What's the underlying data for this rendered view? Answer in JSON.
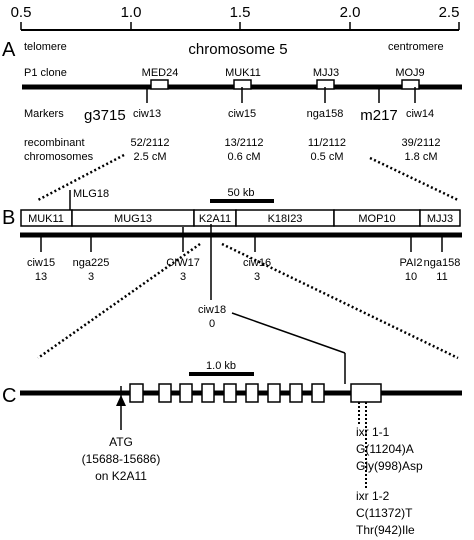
{
  "scale": {
    "ticks": [
      "0.5",
      "1.0",
      "1.5",
      "2.0",
      "2.5"
    ]
  },
  "panel_a": {
    "letter": "A",
    "telomere": "telomere",
    "chromosome": "chromosome 5",
    "centromere": "centromere",
    "p1_clone_label": "P1 clone",
    "clones": [
      "MED24",
      "MUK11",
      "MJJ3",
      "MOJ9"
    ],
    "markers_label": "Markers",
    "markers": [
      "g3715",
      "ciw13",
      "ciw15",
      "nga158",
      "m217",
      "ciw14"
    ],
    "recombinant_label_1": "recombinant",
    "recombinant_label_2": "chromosomes",
    "ratios": [
      "52/2112",
      "13/2112",
      "11/2112",
      "39/2112"
    ],
    "cm": [
      "2.5 cM",
      "0.6 cM",
      "0.5 cM",
      "1.8 cM"
    ]
  },
  "panel_b": {
    "letter": "B",
    "scale_bar": "50 kb",
    "mlg": "MLG18",
    "bacs": [
      "MUK11",
      "MUG13",
      "K2A11",
      "K18I23",
      "MOP10",
      "MJJ3"
    ],
    "markers": [
      {
        "name": "ciw15",
        "count": "13"
      },
      {
        "name": "nga225",
        "count": "3"
      },
      {
        "name": "CIW17",
        "count": "3"
      },
      {
        "name": "ciw16",
        "count": "3"
      },
      {
        "name": "PAI2",
        "count": "10"
      },
      {
        "name": "nga158",
        "count": "11"
      }
    ],
    "ciw18_name": "ciw18",
    "ciw18_count": "0"
  },
  "panel_c": {
    "letter": "C",
    "scale_bar": "1.0 kb",
    "atg": [
      "ATG",
      "(15688-15686)",
      "on K2A11"
    ],
    "ixr1_1": [
      "ixr 1-1",
      "G(11204)A",
      "Gly(998)Asp"
    ],
    "ixr1_2": [
      "ixr 1-2",
      "C(11372)T",
      "Thr(942)Ile"
    ]
  }
}
